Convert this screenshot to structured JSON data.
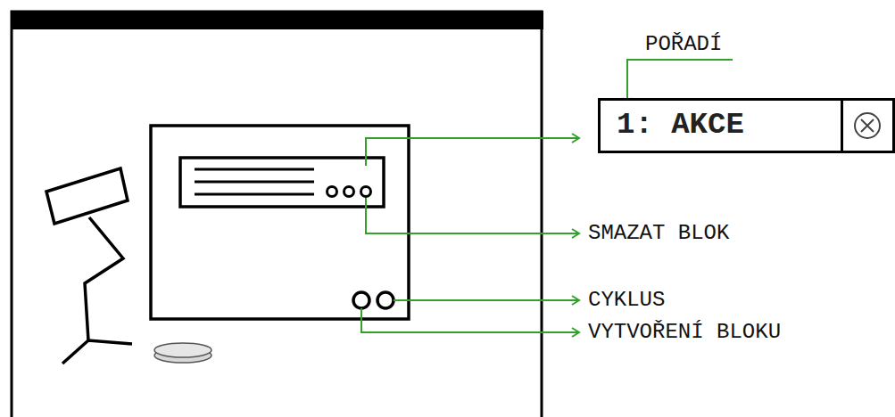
{
  "diagram": {
    "nodes": [
      {
        "text": [
          "1: AKCE"
        ]
      }
    ],
    "labels": [
      "POŘADÍ",
      "SMAZAT BLOK",
      "CYKLUS",
      "VYTVOŘENÍ BLOKU"
    ]
  }
}
